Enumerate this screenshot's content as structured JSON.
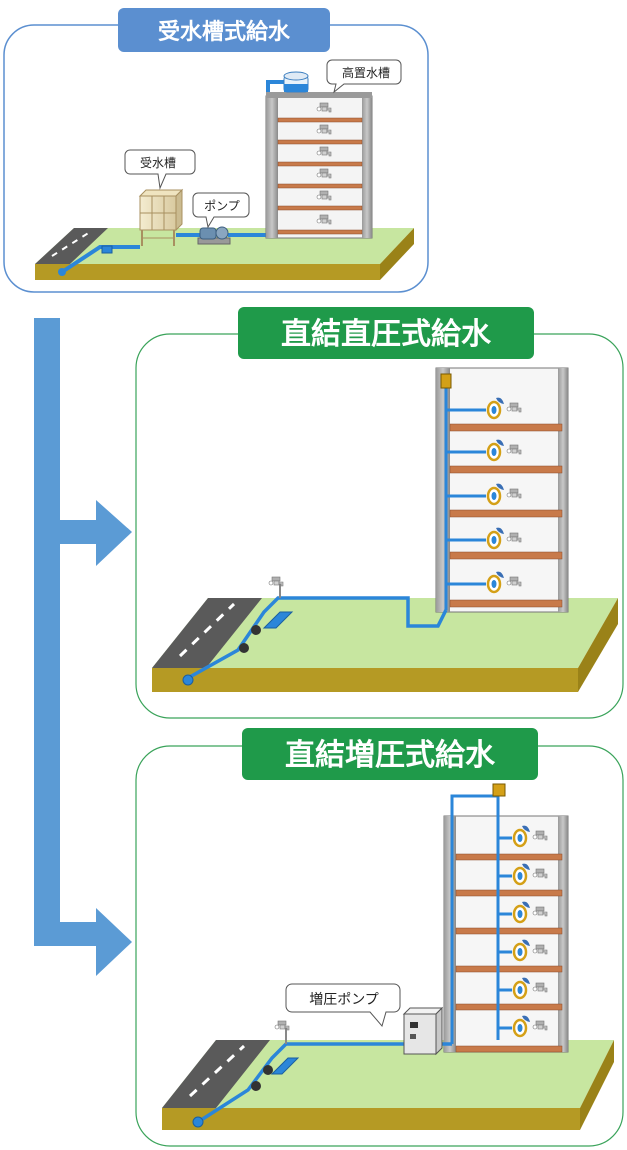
{
  "sections": [
    {
      "title": "受水槽式給水",
      "title_color": "#5b8fd0",
      "border_color": "#5b8fd0",
      "callouts": {
        "elevated_tank": "高置水槽",
        "receiving_tank": "受水槽",
        "pump": "ポンプ"
      }
    },
    {
      "title": "直結直圧式給水",
      "title_color": "#1f9a4a",
      "border_color": "#3aa35a"
    },
    {
      "title": "直結増圧式給水",
      "title_color": "#1f9a4a",
      "border_color": "#3aa35a",
      "callouts": {
        "booster_pump": "増圧ポンプ"
      }
    }
  ],
  "colors": {
    "pipe": "#2b86d9",
    "ground_top": "#c7e6a0",
    "ground_side": "#b59a24",
    "road": "#5a5a5a",
    "floor": "#c87a4a",
    "building_frame": "#888888",
    "arrow": "#5b9bd5"
  }
}
